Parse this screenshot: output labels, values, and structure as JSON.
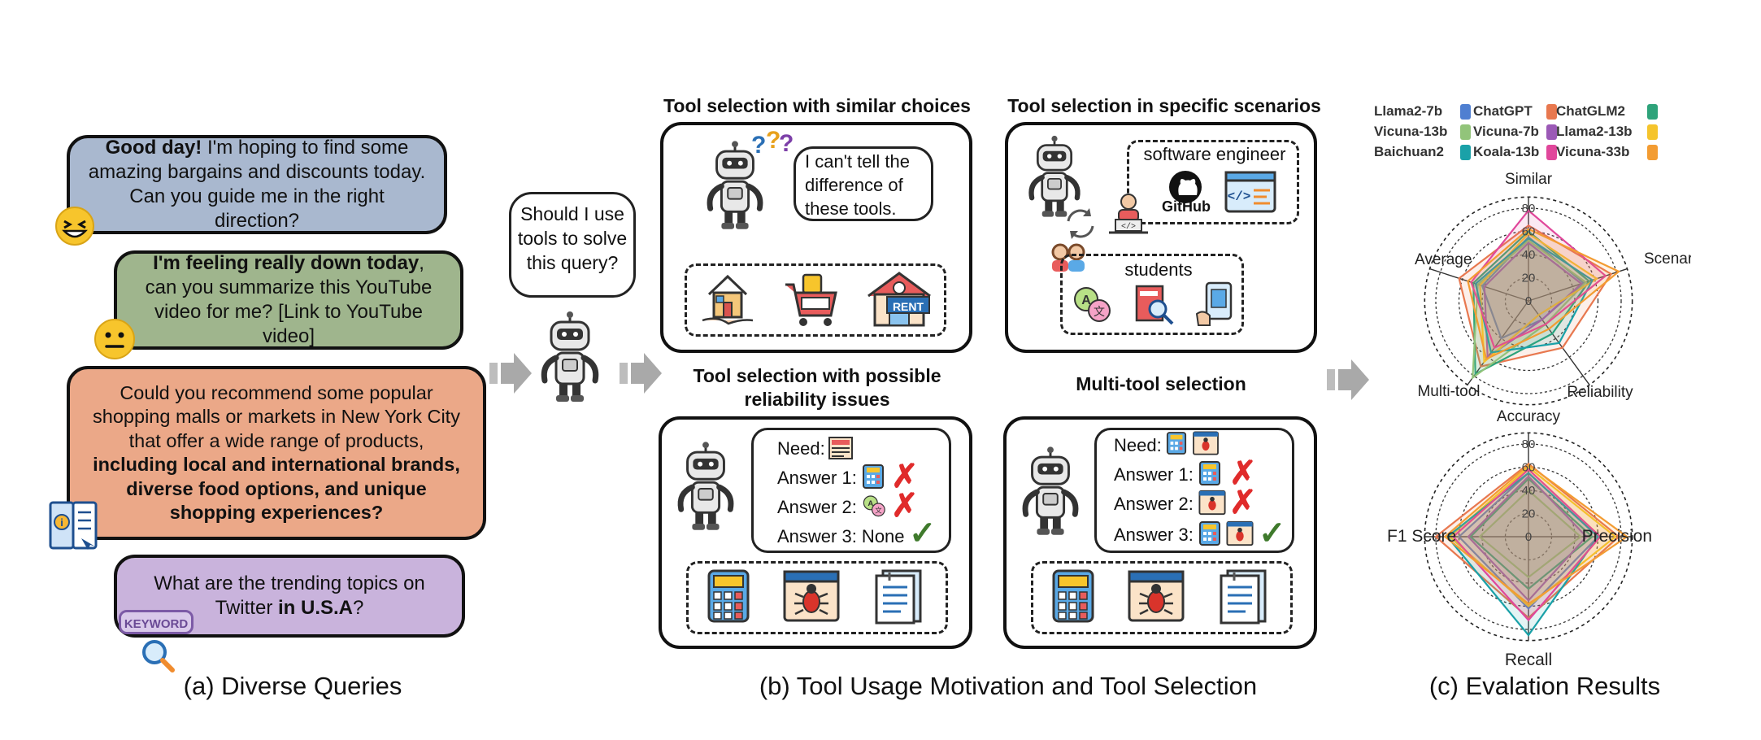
{
  "panel_a": {
    "queries": [
      {
        "bold": "Good day!",
        "rest": " I'm hoping to find some amazing bargains and discounts today. Can you guide me in the right direction?"
      },
      {
        "bold": "I'm feeling really down today",
        "rest": ", can you summarize this YouTube video for me? [Link to YouTube video]"
      },
      {
        "plain": "Could you recommend some popular shopping malls or markets in New York City that offer a wide range of products, ",
        "bold": "including local and international brands, diverse food options, and unique shopping experiences?"
      },
      {
        "plain": "What are the trending topics on Twitter ",
        "bold": "in U.S.A",
        "end": "?"
      }
    ],
    "keyword_badge": "KEYWORD",
    "caption": "(a) Diverse Queries"
  },
  "motivation": {
    "question": "Should I use tools to solve this query?"
  },
  "panel_b": {
    "caption": "(b) Tool Usage Motivation and Tool Selection",
    "similar": {
      "title": "Tool selection with similar choices",
      "speech": "I can't tell the difference of these tools.",
      "rent_label": "RENT"
    },
    "scenario": {
      "title": "Tool selection in specific scenarios",
      "role1": "software engineer",
      "github": "GitHub",
      "role2": "students"
    },
    "reliability": {
      "title_line1": "Tool selection with possible",
      "title_line2": "reliability issues",
      "need": "Need:",
      "a1": "Answer 1:",
      "a2": "Answer 2:",
      "a3": "Answer 3: None",
      "cross": "✗",
      "check": "✓"
    },
    "multi": {
      "title": "Multi-tool selection",
      "need": "Need:",
      "a1": "Answer 1:",
      "a2": "Answer 2:",
      "a3": "Answer 3:",
      "cross": "✗",
      "check": "✓"
    }
  },
  "panel_c": {
    "caption": "(c) Evalation Results",
    "legend": [
      {
        "name": "Llama2-7b",
        "color": "#4f7fd1"
      },
      {
        "name": "ChatGPT",
        "color": "#e8784f"
      },
      {
        "name": "ChatGLM2",
        "color": "#2ea37a"
      },
      {
        "name": "Vicuna-13b",
        "color": "#92c47a"
      },
      {
        "name": "Vicuna-7b",
        "color": "#9b59b6"
      },
      {
        "name": "Llama2-13b",
        "color": "#f5c42c"
      },
      {
        "name": "Baichuan2",
        "color": "#1aa1a8"
      },
      {
        "name": "Koala-13b",
        "color": "#e0479b"
      },
      {
        "name": "Vicuna-33b",
        "color": "#f39c32"
      }
    ]
  },
  "chart_data": [
    {
      "type": "radar",
      "axes": [
        "Similar",
        "Scenario",
        "Reliability",
        "Multi-tool",
        "Average"
      ],
      "ticks": [
        "0",
        "20",
        "40",
        "60",
        "80"
      ],
      "rlim": [
        0,
        80
      ],
      "series": [
        {
          "name": "Llama2-7b",
          "values": [
            55,
            50,
            20,
            40,
            42
          ]
        },
        {
          "name": "ChatGPT",
          "values": [
            65,
            75,
            50,
            70,
            63
          ]
        },
        {
          "name": "ChatGLM2",
          "values": [
            60,
            55,
            35,
            78,
            50
          ]
        },
        {
          "name": "Vicuna-13b",
          "values": [
            52,
            52,
            25,
            82,
            46
          ]
        },
        {
          "name": "Vicuna-7b",
          "values": [
            50,
            48,
            20,
            60,
            40
          ]
        },
        {
          "name": "Llama2-13b",
          "values": [
            58,
            62,
            15,
            65,
            44
          ]
        },
        {
          "name": "Baichuan2",
          "values": [
            54,
            58,
            45,
            55,
            48
          ]
        },
        {
          "name": "Koala-13b",
          "values": [
            78,
            70,
            25,
            50,
            52
          ]
        },
        {
          "name": "Vicuna-33b",
          "values": [
            62,
            82,
            30,
            62,
            55
          ]
        }
      ]
    },
    {
      "type": "radar",
      "axes": [
        "Accuracy",
        "Precision",
        "Recall",
        "F1 Score"
      ],
      "ticks": [
        "0",
        "20",
        "40",
        "60",
        "80"
      ],
      "rlim": [
        0,
        80
      ],
      "series": [
        {
          "name": "Llama2-7b",
          "values": [
            55,
            60,
            62,
            60
          ]
        },
        {
          "name": "ChatGPT",
          "values": [
            63,
            78,
            70,
            80
          ]
        },
        {
          "name": "ChatGLM2",
          "values": [
            50,
            55,
            45,
            50
          ]
        },
        {
          "name": "Vicuna-13b",
          "values": [
            40,
            45,
            35,
            42
          ]
        },
        {
          "name": "Vicuna-7b",
          "values": [
            52,
            50,
            55,
            52
          ]
        },
        {
          "name": "Llama2-13b",
          "values": [
            60,
            75,
            60,
            68
          ]
        },
        {
          "name": "Baichuan2",
          "values": [
            55,
            60,
            85,
            70
          ]
        },
        {
          "name": "Koala-13b",
          "values": [
            58,
            62,
            72,
            65
          ]
        },
        {
          "name": "Vicuna-33b",
          "values": [
            62,
            85,
            58,
            72
          ]
        }
      ]
    }
  ]
}
